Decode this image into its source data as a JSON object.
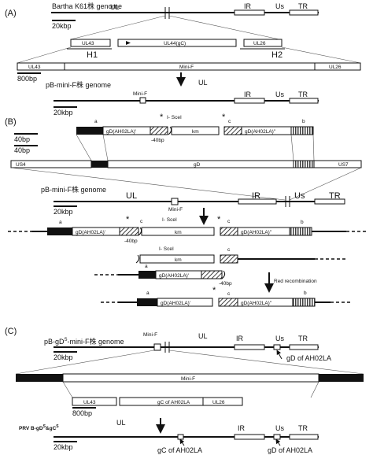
{
  "panelA": {
    "tag": "(A)",
    "genome_title": "Bartha K61株 genome",
    "scale1": "20kbp",
    "ul": "UL",
    "ir": "IR",
    "us": "Us",
    "tr": "TR",
    "ul43": "UL43",
    "ul44": "UL44(gC)",
    "ul26": "UL26",
    "h1": "H1",
    "h2": "H2",
    "minif_seg": "Mini-F",
    "ul43b": "UL43",
    "ul26b": "UL26",
    "scale2": "800bp",
    "pb_title": "pB-mini-F株 genome",
    "minif_label": "Mini-F",
    "ul2": "UL",
    "ir2": "IR",
    "us2": "Us",
    "tr2": "TR",
    "scale3": "20kbp"
  },
  "panelB": {
    "tag": "(B)",
    "scale1": "40bp",
    "scale2": "40bp",
    "a": "a",
    "gd1": "gD(AH02LA)'",
    "ls": "-40bp",
    "isce": "I- SceI",
    "star1": "*",
    "star2": "*",
    "c": "c",
    "km": "km",
    "gd2": "gD(AH02LA)\"",
    "b": "b",
    "us4": "US4",
    "gd": "gD",
    "us7": "US7",
    "pb_title": "pB-mini-F株 genome",
    "ul": "UL",
    "ir": "IR",
    "us": "Us",
    "tr": "TR",
    "minif": "Mini-F",
    "scale3": "20kbp",
    "row1_a": "a",
    "row1_gd": "gD(AH02LA)'",
    "row1_ls": "-40bp",
    "row1_isce": "I- SceI",
    "row1_km": "km",
    "row1_c": "c",
    "row1_gd2": "gD(AH02LA)\"",
    "row1_b": "b",
    "row2_isce": "I- SceI",
    "row2_km": "km",
    "row2_c": "c",
    "row2_a": "a",
    "row2_gd": "gD(AH02LA)'",
    "row2_ls": "-40bp",
    "red": "Red recombination",
    "row3_a": "a",
    "row3_gd": "gD(AH02LA)'",
    "row3_c": "c",
    "row3_gd2": "gD(AH02LA)\"",
    "row3_b": "b"
  },
  "panelC": {
    "tag": "(C)",
    "title": "pB-gD",
    "title_sup": "S",
    "title_rest": "-mini-F株 genome",
    "minif": "Mini-F",
    "ul": "UL",
    "ir": "IR",
    "us": "Us",
    "tr": "TR",
    "scale1": "20kbp",
    "gd_lbl": "gD of AH02LA",
    "minif_seg": "Mini-F",
    "ul43": "UL43",
    "gc": "gC of AH02LA",
    "ul26": "UL26",
    "scale2": "800bp",
    "prv": "PRV B-gD",
    "prv_sup": "S",
    "prv_mid": "&gC",
    "prv_sup2": "S",
    "ul2": "UL",
    "ir2": "IR",
    "us2": "Us",
    "tr2": "TR",
    "scale3": "20kbp",
    "gc_lbl": "gC of AH02LA",
    "gd_lbl2": "gD of AH02LA"
  }
}
